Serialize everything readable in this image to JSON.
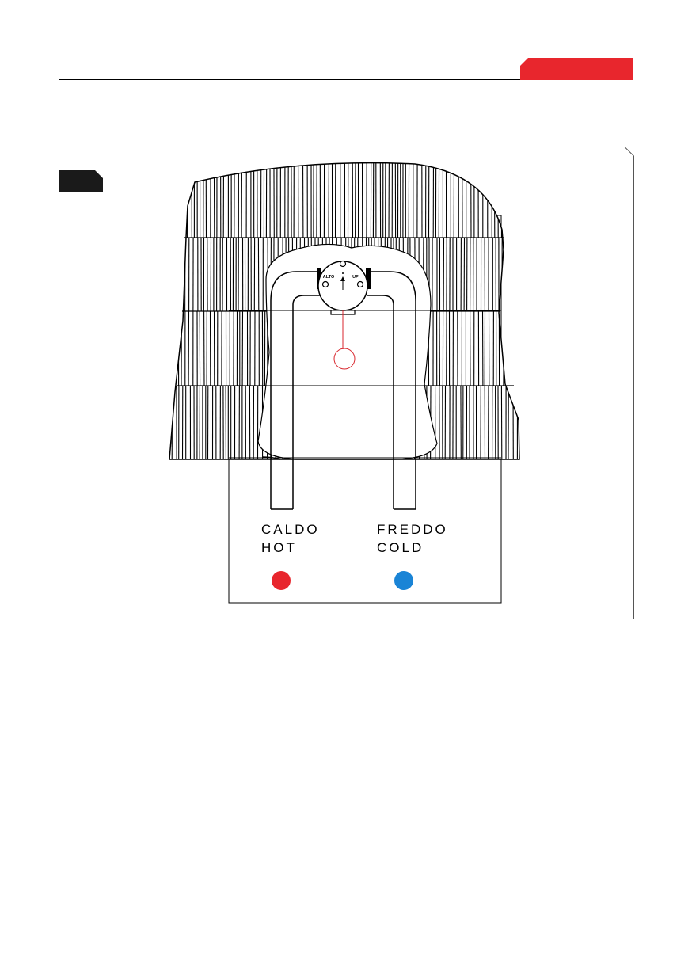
{
  "header": {
    "accent_color": "#e8262d"
  },
  "figure": {
    "label_hot_it": "CALDO",
    "label_hot_en": "HOT",
    "label_cold_it": "FREDDO",
    "label_cold_en": "COLD",
    "dial_left_label": "ALTO",
    "dial_right_label": "UP",
    "hot_color": "#e8262d",
    "cold_color": "#1a84d6",
    "callout_color": "#d8262d"
  }
}
